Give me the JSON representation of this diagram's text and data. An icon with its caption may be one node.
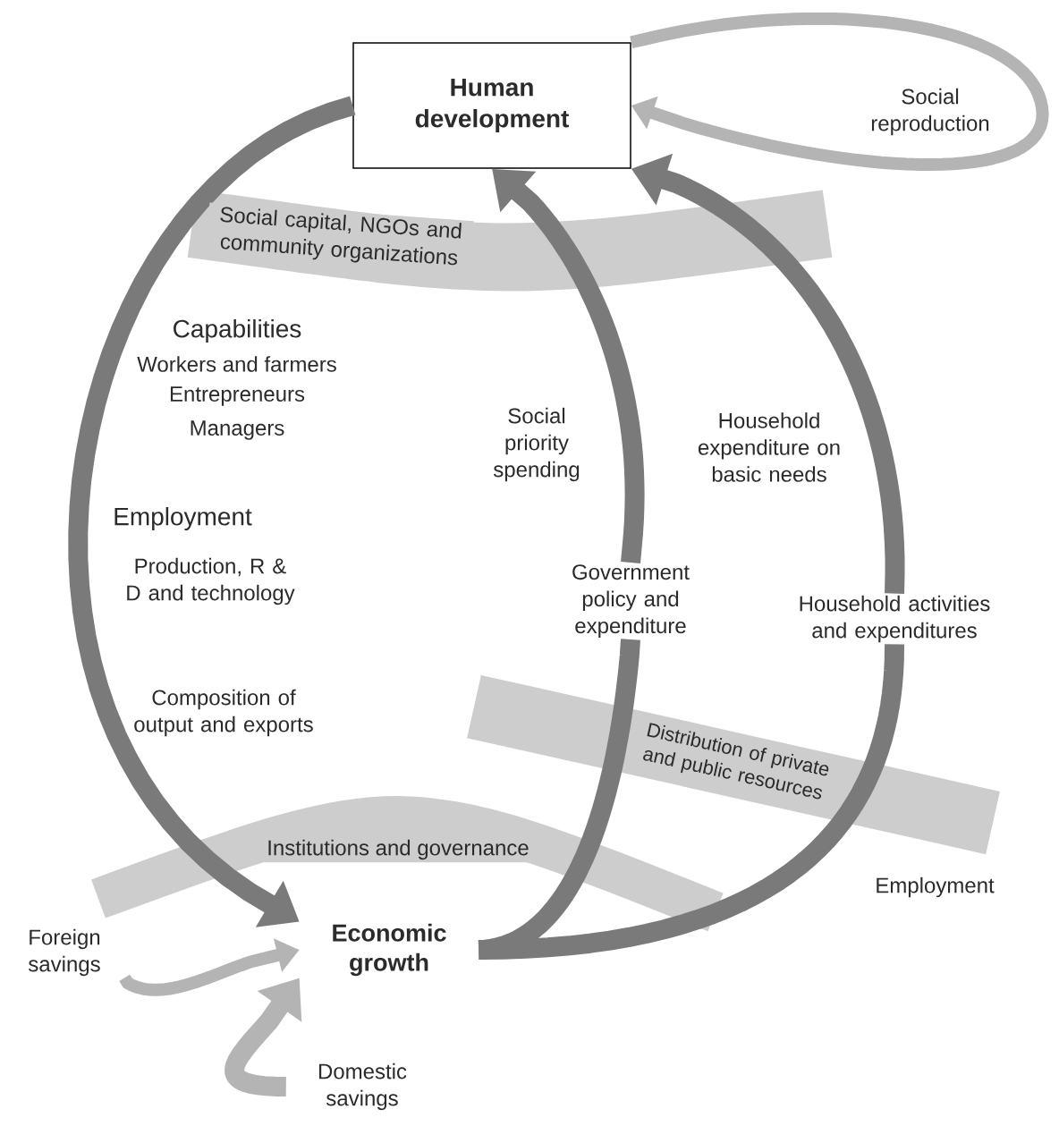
{
  "diagram": {
    "nodes": [
      {
        "text": [
          "Human development"
        ]
      },
      {
        "text": [
          "Economic growth"
        ]
      },
      {
        "text": [
          "Government policy and expenditure"
        ]
      },
      {
        "text": [
          "Household activities and expenditures"
        ]
      },
      {
        "text": [
          "Foreign savings"
        ]
      },
      {
        "text": [
          "Domestic savings"
        ]
      },
      {
        "text": [
          "Social capital, NGOs and community organizations"
        ]
      },
      {
        "text": [
          "Distribution of private and public resources"
        ]
      },
      {
        "text": [
          "Institutions and governance"
        ]
      }
    ],
    "edges": [
      {
        "from": 0,
        "to": 1,
        "arrow": "to"
      },
      {
        "from": 2,
        "to": 0,
        "arrow": "to",
        "label": "Social priority spending"
      },
      {
        "from": 3,
        "to": 0,
        "arrow": "to",
        "label": "Household expenditure on basic needs"
      },
      {
        "from": 1,
        "to": 2,
        "arrow": "none"
      },
      {
        "from": 1,
        "to": 3,
        "arrow": "none",
        "label": "Employment"
      },
      {
        "from": 0,
        "to": 0,
        "arrow": "to",
        "label": "Social reproduction",
        "color": "#b4b4b4"
      },
      {
        "from": 4,
        "to": 1,
        "arrow": "to",
        "color": "#b4b4b4"
      },
      {
        "from": 5,
        "to": 1,
        "arrow": "to",
        "color": "#b4b4b4"
      }
    ],
    "labels": [
      "Capabilities",
      "Workers and farmers",
      "Entrepreneurs",
      "Managers",
      "Employment",
      "Production, R & D and technology",
      "Composition of output and exports"
    ]
  }
}
